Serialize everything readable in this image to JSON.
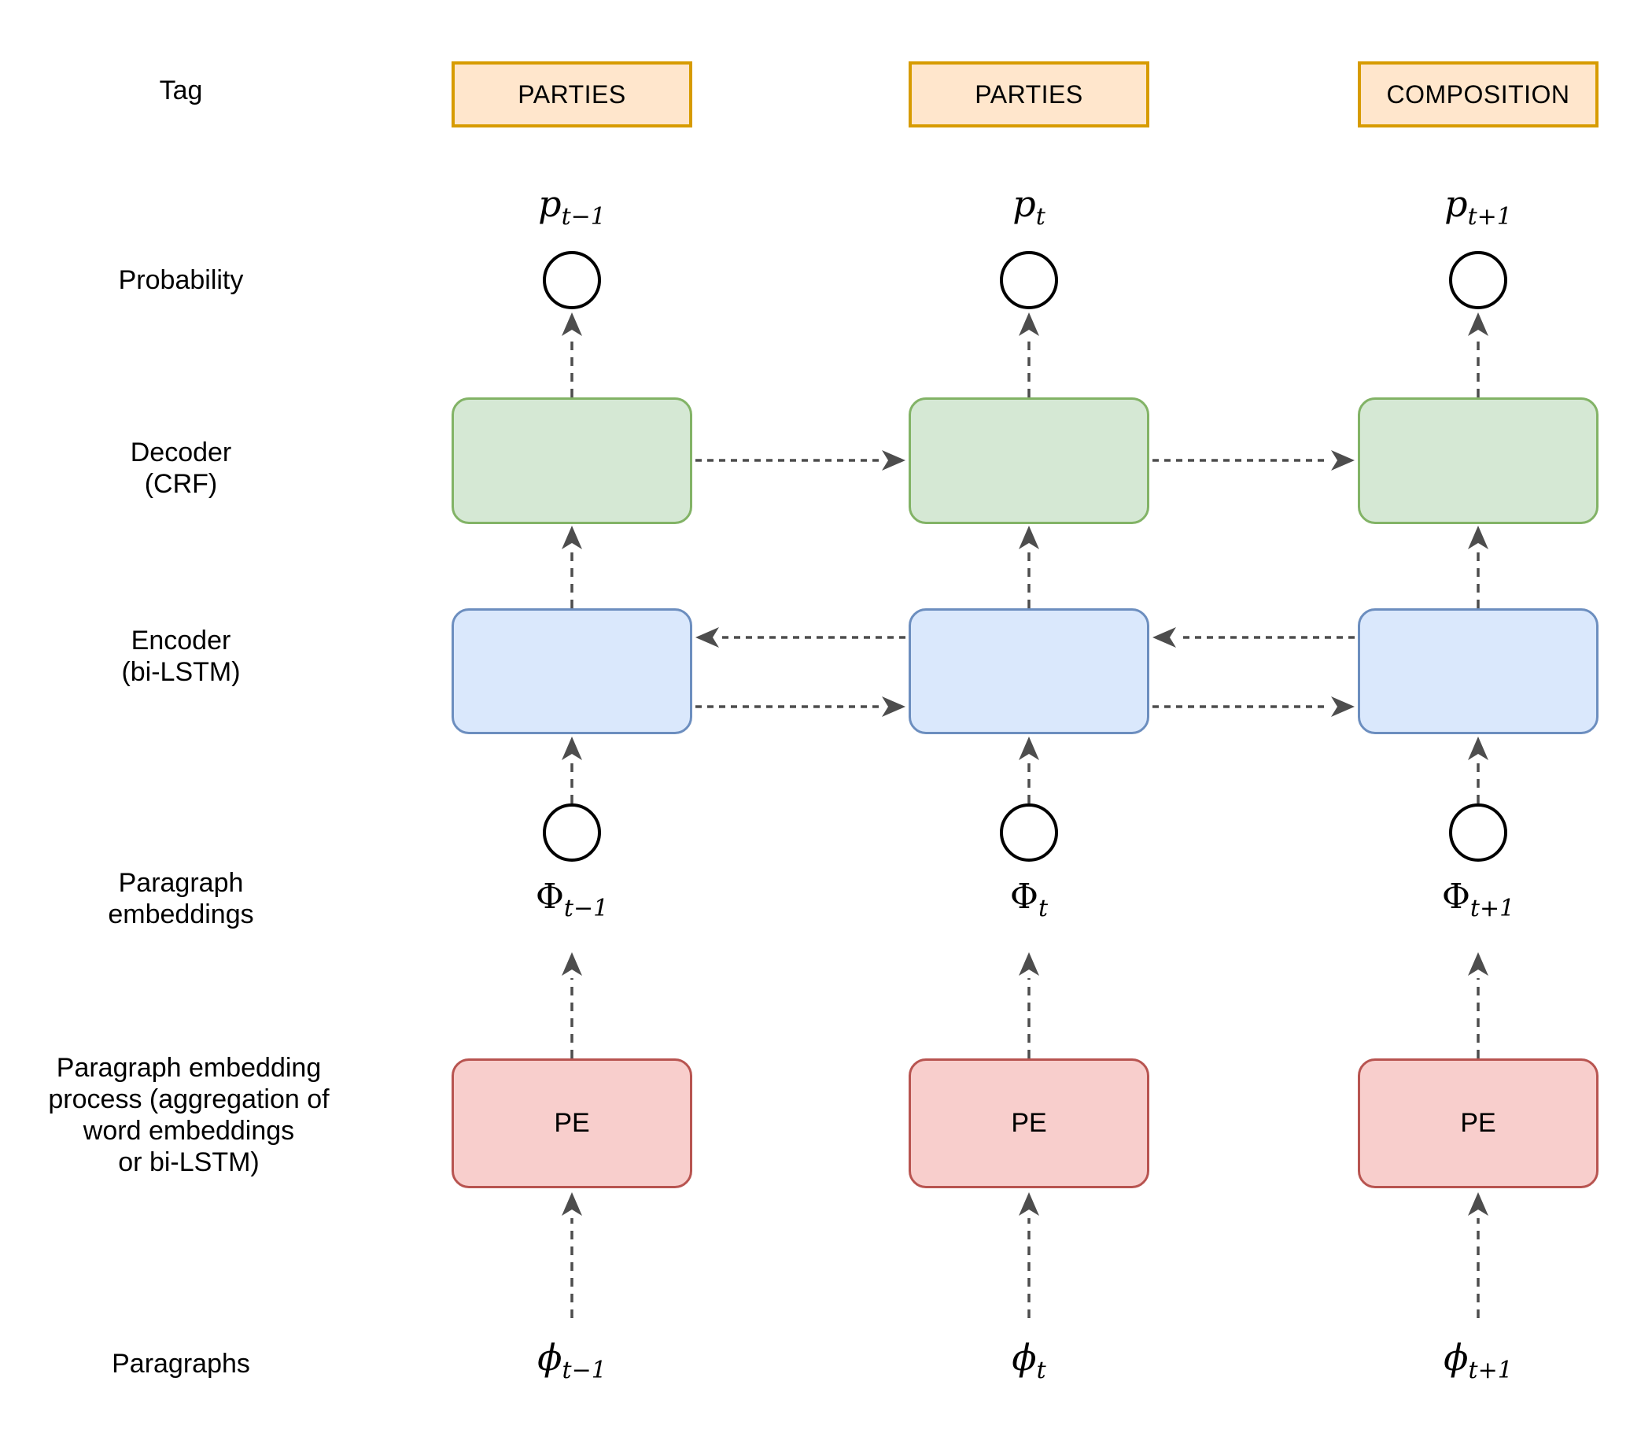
{
  "diagram": {
    "row_labels": {
      "tag": "Tag",
      "probability": "Probability",
      "decoder": [
        "Decoder",
        "(CRF)"
      ],
      "encoder": [
        "Encoder",
        "(bi-LSTM)"
      ],
      "paragraph_embeddings": [
        "Paragraph",
        "embeddings"
      ],
      "embedding_process": [
        "Paragraph embedding",
        "process (aggregation of",
        "word embeddings",
        "or bi-LSTM)"
      ],
      "paragraphs": "Paragraphs"
    },
    "columns": [
      {
        "tag": "PARTIES",
        "p_main": "p",
        "p_sub": "t−1",
        "phi_main": "Φ",
        "phi_sub": "t−1",
        "pe": "PE",
        "para_main": "ϕ",
        "para_sub": "t−1"
      },
      {
        "tag": "PARTIES",
        "p_main": "p",
        "p_sub": "t",
        "phi_main": "Φ",
        "phi_sub": "t",
        "pe": "PE",
        "para_main": "ϕ",
        "para_sub": "t"
      },
      {
        "tag": "COMPOSITION",
        "p_main": "p",
        "p_sub": "t+1",
        "phi_main": "Φ",
        "phi_sub": "t+1",
        "pe": "PE",
        "para_main": "ϕ",
        "para_sub": "t+1"
      }
    ],
    "colors": {
      "tag_fill": "#ffe6cc",
      "tag_border": "#d79b00",
      "decoder_fill": "#d5e8d4",
      "decoder_border": "#82b366",
      "encoder_fill": "#dae8fc",
      "encoder_border": "#6c8ebf",
      "pe_fill": "#f8cecc",
      "pe_border": "#b85450",
      "arrow": "#4d4d4d",
      "text": "#000000",
      "background": "#ffffff"
    }
  }
}
